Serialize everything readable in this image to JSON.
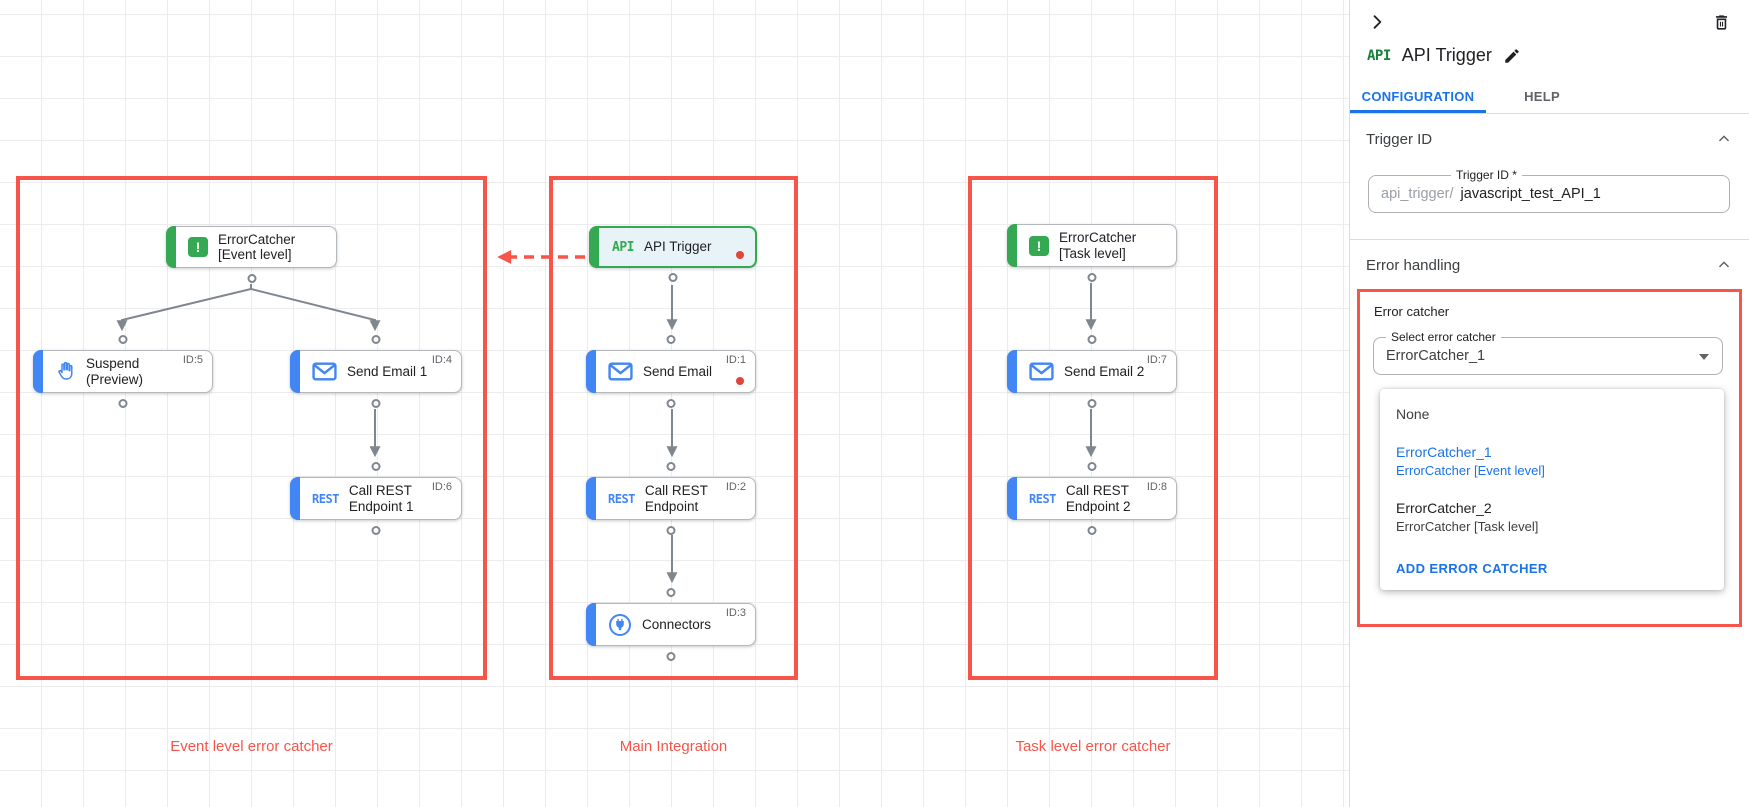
{
  "colors": {
    "annotation_red": "#f7544a",
    "accent_blue": "#1a73e8",
    "task_blue": "#4285f4",
    "trigger_green": "#34a853",
    "status_dot_red": "#e3443a"
  },
  "icons": {
    "api": "API",
    "rest": "REST",
    "error": "!"
  },
  "canvas": {
    "groups": [
      {
        "label": "Event level error catcher"
      },
      {
        "label": "Main Integration"
      },
      {
        "label": "Task level error catcher"
      }
    ],
    "nodes": [
      {
        "label": "API Trigger",
        "id_label": ""
      },
      {
        "label": "Send Email",
        "id_label": "ID:1"
      },
      {
        "label": "Call REST Endpoint",
        "id_label": "ID:2"
      },
      {
        "label": "Connectors",
        "id_label": "ID:3"
      },
      {
        "label": "ErrorCatcher [Event level]",
        "id_label": ""
      },
      {
        "label": "Suspend (Preview)",
        "id_label": "ID:5"
      },
      {
        "label": "Send Email 1",
        "id_label": "ID:4"
      },
      {
        "label": "Call REST Endpoint 1",
        "id_label": "ID:6"
      },
      {
        "label": "ErrorCatcher [Task level]",
        "id_label": ""
      },
      {
        "label": "Send Email 2",
        "id_label": "ID:7"
      },
      {
        "label": "Call REST Endpoint 2",
        "id_label": "ID:8"
      }
    ]
  },
  "panel": {
    "title": "API Trigger",
    "tabs": [
      {
        "label": "CONFIGURATION"
      },
      {
        "label": "HELP"
      }
    ],
    "trigger_id": {
      "heading": "Trigger ID",
      "field_label": "Trigger ID *",
      "field_prefix": "api_trigger/",
      "field_value": "javascript_test_API_1"
    },
    "error_handling": {
      "heading": "Error handling",
      "group_label": "Error catcher",
      "select_label": "Select error catcher",
      "select_value": "ErrorCatcher_1",
      "dropdown": {
        "items": [
          {
            "title": "None",
            "subtitle": ""
          },
          {
            "title": "ErrorCatcher_1",
            "subtitle": "ErrorCatcher [Event level]"
          },
          {
            "title": "ErrorCatcher_2",
            "subtitle": "ErrorCatcher [Task level]"
          }
        ],
        "action": "ADD ERROR CATCHER"
      }
    }
  }
}
